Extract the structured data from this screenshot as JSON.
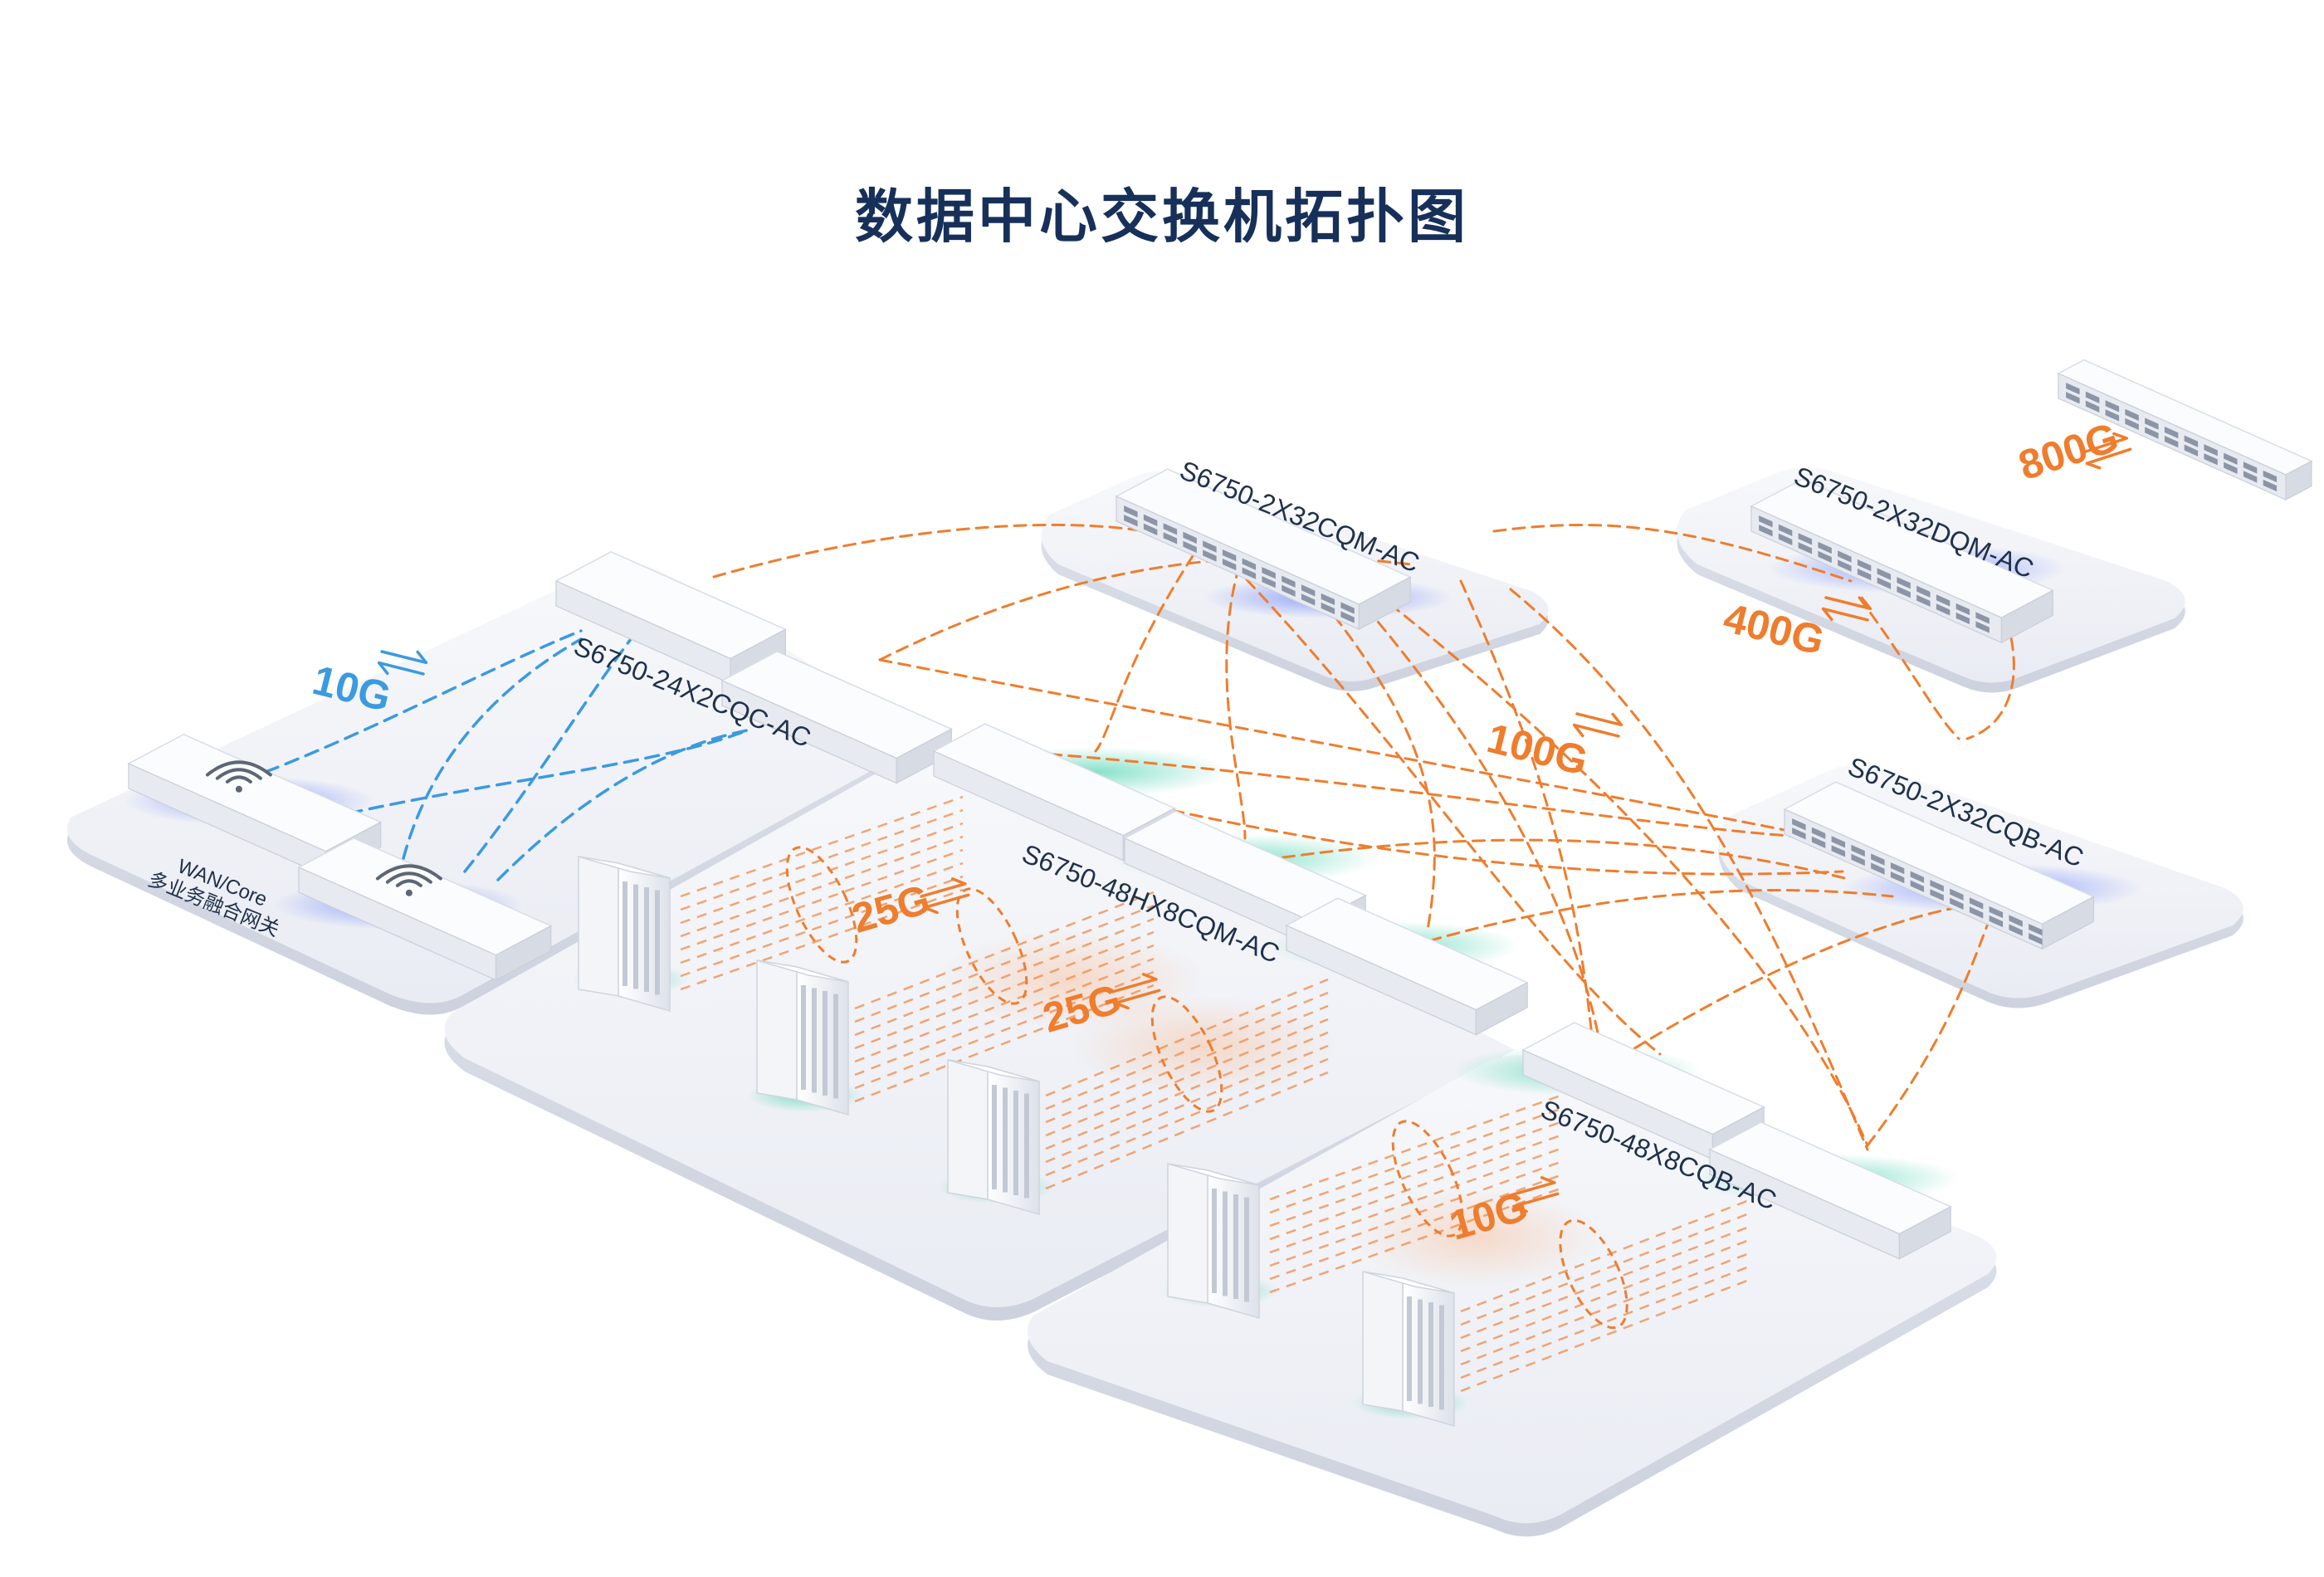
{
  "title": "数据中心交换机拓扑图",
  "devices": {
    "core_a": "S6750-2X32CQM-AC",
    "core_b": "S6750-2X32DQM-AC",
    "spine": "S6750-2X32CQB-AC",
    "edge": "S6750-24X2CQC-AC",
    "leaf_25g": "S6750-48HX8CQM-AC",
    "leaf_10g": "S6750-48X8CQB-AC"
  },
  "wan": {
    "line1": "WAN/Core",
    "line2": "多业务融合网关"
  },
  "speeds": {
    "s800": "800G",
    "s400": "400G",
    "s100": "100G",
    "s25a": "25G",
    "s25b": "25G",
    "s10_blue": "10G",
    "s10_orange": "10G"
  },
  "colors": {
    "orange": "#ef7d2d",
    "blue": "#3b9ae0",
    "title": "#17305a",
    "platform": "#f1f3f8"
  }
}
